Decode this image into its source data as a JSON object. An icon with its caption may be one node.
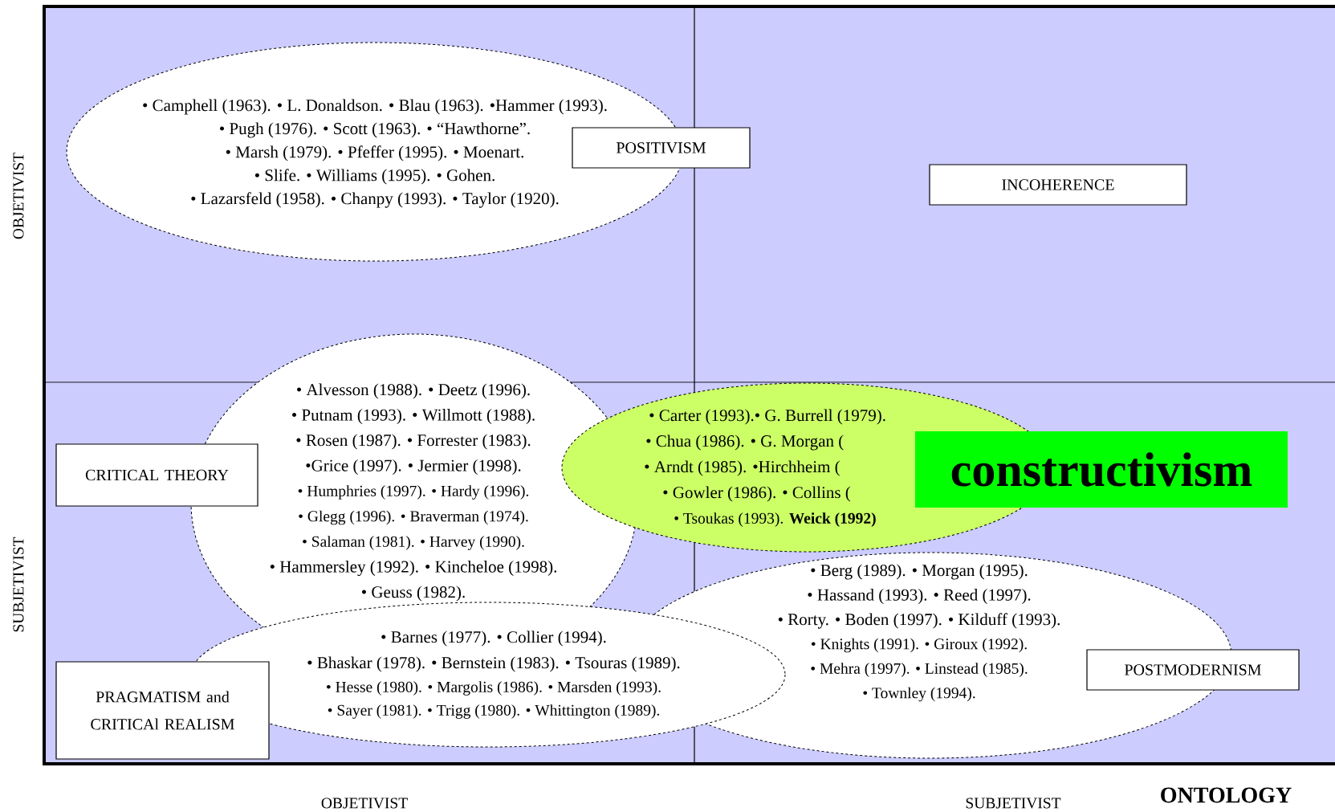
{
  "diagram": {
    "nodes": [
      {
        "text": [
          "• Camphell (1963). • L. Donaldson. • Blau (1963). •Hammer (1993).",
          "• Pugh (1976). • Scott (1963). • “Hawthorne”.",
          "• Marsh (1979). • Pfeffer (1995). • Moenart.",
          "• Slife. • Williams (1995). • Gohen.",
          "• Lazarsfeld (1958). • Chanpy (1993). • Taylor (1920)."
        ]
      },
      {
        "text": [
          "POSITIVISM"
        ]
      },
      {
        "text": [
          "INCOHERENCE"
        ]
      },
      {
        "text": [
          "• Alvesson (1988). • Deetz (1996).",
          "• Putnam (1993). • Willmott (1988).",
          "• Rosen (1987). • Forrester (1983).",
          "•Grice (1997). • Jermier (1998).",
          "• Humphries (1997). • Hardy (1996).",
          "• Glegg (1996). • Braverman (1974).",
          "• Salaman (1981). • Harvey (1990).",
          "• Hammersley (1992). • Kincheloe (1998).",
          "• Geuss (1982)."
        ]
      },
      {
        "text": [
          "CRITICAL THEORY"
        ]
      },
      {
        "text": [
          "• Carter (1993).• G. Burrell (1979).",
          "• Chua (1986). • G. Morgan (",
          "• Arndt (1985). •Hirchheim (",
          "• Gowler (1986). • Collins (",
          "• Tsoukas (1993). **Weick (1992)**"
        ]
      },
      {
        "text": [
          "constructivism"
        ]
      },
      {
        "text": [
          "• Berg (1989). • Morgan (1995).",
          "• Hassand (1993). • Reed (1997).",
          "• Rorty. • Boden (1997). • Kilduff (1993).",
          "• Knights (1991). • Giroux (1992).",
          "• Mehra (1997). • Linstead (1985).",
          "• Townley (1994)."
        ]
      },
      {
        "text": [
          "POSTMODERNISM"
        ]
      },
      {
        "text": [
          "• Barnes (1977). • Collier (1994).",
          "• Bhaskar (1978). • Bernstein (1983). • Tsouras (1989).",
          "• Hesse (1980). • Margolis (1986). • Marsden (1993).",
          "• Sayer (1981). • Trigg (1980). • Whittington (1989)."
        ]
      },
      {
        "text": [
          "PRAGMATISM and CRITICAl REALISM"
        ]
      }
    ],
    "edges": [],
    "labels": [
      "OBJETIVIST",
      "SUBJETIVIST",
      "OBJETIVIST",
      "SUBJETIVIST",
      "ONTOLOGY"
    ]
  }
}
